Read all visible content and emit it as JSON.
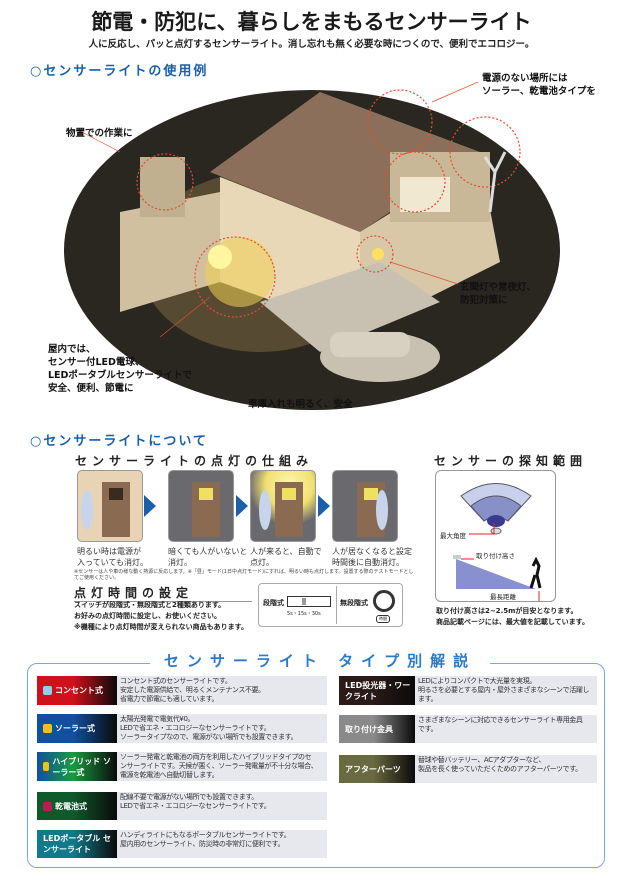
{
  "header": {
    "title": "節電・防犯に、暮らしをまもるセンサーライト",
    "subtitle": "人に反応し、パッと点灯するセンサーライト。消し忘れも無く必要な時につくので、便利でエコロジー。"
  },
  "usage": {
    "heading": "○センサーライトの使用例",
    "callouts": {
      "storage": "物置での作業に",
      "no_power_1": "電源のない場所には",
      "no_power_2": "ソーラー、乾電池タイプを",
      "entrance_1": "玄関灯や常夜灯、",
      "entrance_2": "防犯対策に",
      "indoor_1": "屋内では、",
      "indoor_2": "センサー付LED電球、",
      "indoor_3": "LEDポータブルセンサーライトで",
      "indoor_4": "安全、便利、節電に",
      "garage": "車庫入れも明るく、安全"
    }
  },
  "about": {
    "heading": "○センサーライトについて",
    "mechanism": {
      "title": "センサーライトの点灯の仕組み",
      "steps": [
        {
          "l1": "明るい時は電源が",
          "l2": "入っていても消灯。"
        },
        {
          "l1": "暗くても人がいないと",
          "l2": "消灯。"
        },
        {
          "l1": "人が来ると、自動で",
          "l2": "点灯。"
        },
        {
          "l1": "人が居なくなると設定",
          "l2": "時間後に自動消灯。"
        }
      ],
      "note": "※センサーは人や車の様な動く熱源に反応します。※「昼」モード(1日中点灯モード)にすれば、明るい時も点灯します。設置する際のテストモードとしてご使用ください。"
    },
    "timer": {
      "title": "点灯時間の設定",
      "l1": "スイッチが段階式・無段階式と2種類あります。",
      "l2": "お好みの点灯時間に設定し、お使いください。",
      "l3": "※機種により点灯時間が変えられない商品もあります。",
      "stepped": "段階式",
      "stepped_scale": "5s・15s・30s",
      "stepless": "無段階式",
      "dial_label": "時間"
    },
    "range": {
      "title": "センサーの探知範囲",
      "max_angle": "最大角度",
      "mount_height": "取り付け高さ",
      "max_distance": "最長距離",
      "n1": "取り付け高さは2~2.5mが目安となります。",
      "n2": "商品記載ページには、最大値を記載しています。"
    }
  },
  "types": {
    "title": "センサーライト タイプ別解説",
    "left": [
      {
        "label": "コンセント式",
        "icon": "plug-icon",
        "color": "#d0101a",
        "d": [
          "コンセント式のセンサーライトです。",
          "安定した電源供給で、明るくメンテナンス不要。",
          "省電力で節電にも適しています。"
        ]
      },
      {
        "label": "ソーラー式",
        "icon": "sun-icon",
        "color": "#1050a0",
        "d": [
          "太陽光発電で電気代¥0。",
          "LEDで省エネ・エコロジーなセンサーライトです。",
          "ソーラータイプなので、電源がない場所でも設置できます。"
        ]
      },
      {
        "label": "ハイブリッド ソーラー式",
        "icon": "sun-battery-icon",
        "color": "#1050a0",
        "color2": "#1a9a40",
        "d": [
          "ソーラー発電と乾電池の両方を利用したハイブリッドタイプのセ",
          "ンサーライトです。天候が悪く、ソーラー発電量が不十分な場合、",
          "電源を乾電池へ自動切替します。"
        ]
      },
      {
        "label": "乾電池式",
        "icon": "battery-icon",
        "color": "#0e5a2a",
        "d": [
          "配線不要で電源がない場所でも設置できます。",
          "LEDで省エネ・エコロジーなセンサーライトです。"
        ]
      },
      {
        "label": "LEDポータブル センサーライト",
        "icon": "",
        "color": "#117a8a",
        "d": [
          "ハンディライトにもなるポータブルセンサーライトです。",
          "屋内用のセンサーライト、防災時の非常灯に便利です。"
        ]
      }
    ],
    "right": [
      {
        "label": "LED投光器・ワークライト",
        "color": "#2a1a18",
        "d": [
          "LEDによりコンパクトで大光量を実現。",
          "明るさを必要とする屋内・屋外さまざまなシーンで活躍し",
          "ます。"
        ]
      },
      {
        "label": "取り付け金具",
        "color": "#8a8a8a",
        "d": [
          "さまざまなシーンに対応できるセンサーライト専用金具",
          "です。"
        ]
      },
      {
        "label": "アフターパーツ",
        "color": "#6a6a40",
        "d": [
          "替球や替バッテリー、ACアダプターなど、",
          "製品を長く使っていただくためのアフターパーツです。"
        ]
      }
    ]
  }
}
